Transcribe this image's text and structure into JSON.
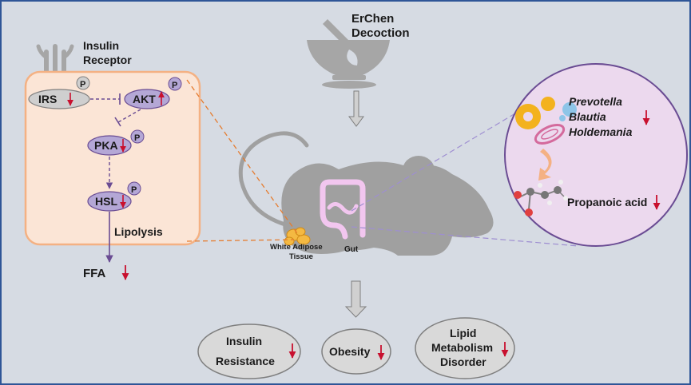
{
  "receptor": {
    "line1": "Insulin",
    "line2": "Receptor"
  },
  "pathway": {
    "irs": "IRS",
    "akt": "AKT",
    "pka": "PKA",
    "hsl": "HSL",
    "p": "P",
    "lipolysis": "Lipolysis",
    "ffa": "FFA"
  },
  "decoction": {
    "line1": "ErChen",
    "line2": "Decoction"
  },
  "mouse": {
    "adipose_line1": "White Adipose",
    "adipose_line2": "Tissue",
    "gut": "Gut"
  },
  "microbes": [
    "Prevotella",
    "Blautia",
    "Holdemania"
  ],
  "metabolite": "Propanoic acid",
  "outcomes": {
    "insulin_line1": "Insulin",
    "insulin_line2": "Resistance",
    "obesity": "Obesity",
    "lipid_line1": "Lipid",
    "lipid_line2": "Metabolism",
    "lipid_line3": "Disorder"
  },
  "colors": {
    "background": "#d6dbe3",
    "cell": "#fbe5d6",
    "cell_border": "#f4b183",
    "node": "#b4a7d6",
    "down_arrow": "#c8102e",
    "pathway_line": "#6a4c93",
    "mouse": "#9e9e9e"
  }
}
